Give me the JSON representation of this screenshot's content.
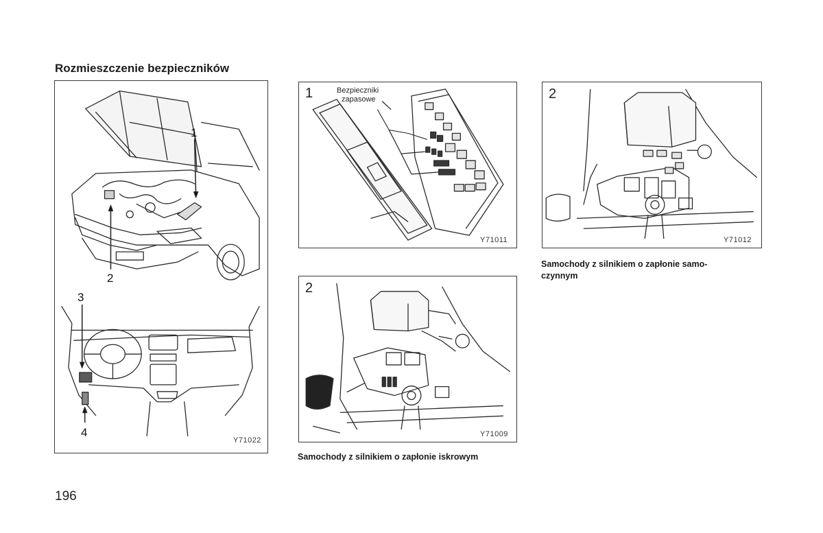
{
  "page": {
    "heading": "Rozmieszczenie bezpieczników",
    "page_number": "196"
  },
  "figure_main": {
    "callouts": [
      "1",
      "2",
      "3",
      "4"
    ],
    "code": "Y71022"
  },
  "figure_spare": {
    "number": "1",
    "label_line1": "Bezpieczniki",
    "label_line2": "zapasowe",
    "code": "Y71011"
  },
  "figure_petrol": {
    "number": "2",
    "code": "Y71009",
    "caption": "Samochody z silnikiem o zapłonie iskrowym"
  },
  "figure_diesel": {
    "number": "2",
    "code": "Y71012",
    "caption_line1": "Samochody z silnikiem o zapłonie samo-",
    "caption_line2": "czynnym"
  },
  "colors": {
    "line": "#2a2a2a",
    "frame": "#3a3a3a",
    "fill_dark": "#555555",
    "fill_light": "#dcdcdc"
  }
}
